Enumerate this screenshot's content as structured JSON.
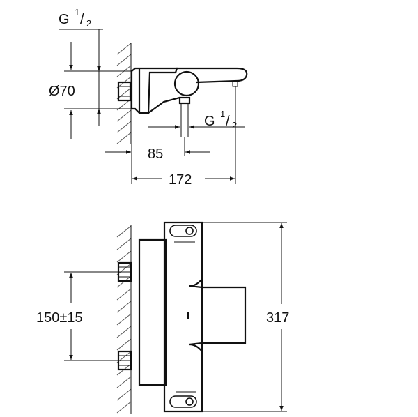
{
  "side_view": {
    "top_thread": {
      "main": "G",
      "fraction_num": "1",
      "fraction_den": "2"
    },
    "diameter_label": "Ø70",
    "outlet_thread": {
      "main": "G",
      "fraction_num": "1",
      "fraction_den": "2"
    },
    "dim_85": "85",
    "dim_172": "172"
  },
  "front_view": {
    "dim_spacing": "150±15",
    "dim_height": "317"
  }
}
